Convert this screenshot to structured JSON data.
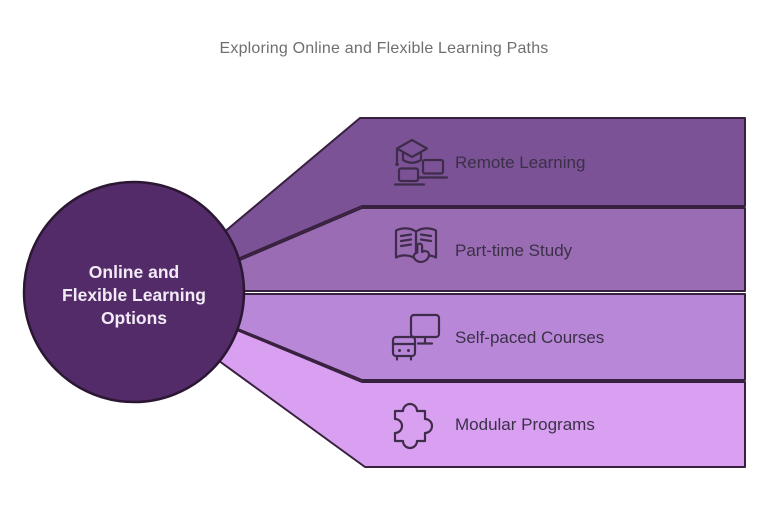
{
  "title": {
    "text": "Exploring Online and Flexible Learning Paths",
    "color": "#6F6F6F"
  },
  "center_node": {
    "label": "Online and Flexible Learning Options",
    "lines": [
      "Online and",
      "Flexible Learning",
      "Options"
    ],
    "fill": "#532B68",
    "border": "#2B1733",
    "text_color": "#F2EAF6"
  },
  "branches": [
    {
      "label": "Remote Learning",
      "icon": "graduation-cap-laptops-icon",
      "fill": "#7B5295"
    },
    {
      "label": "Part-time Study",
      "icon": "open-book-hand-icon",
      "fill": "#9A6CB4"
    },
    {
      "label": "Self-paced Courses",
      "icon": "monitor-device-icon",
      "fill": "#B887D8"
    },
    {
      "label": "Modular Programs",
      "icon": "puzzle-piece-icon",
      "fill": "#D9A0F2"
    }
  ],
  "style": {
    "background": "#FFFFFF",
    "outline": "#38203F",
    "label_color": "#3B3048",
    "icon_color": "#3F2C4B"
  }
}
